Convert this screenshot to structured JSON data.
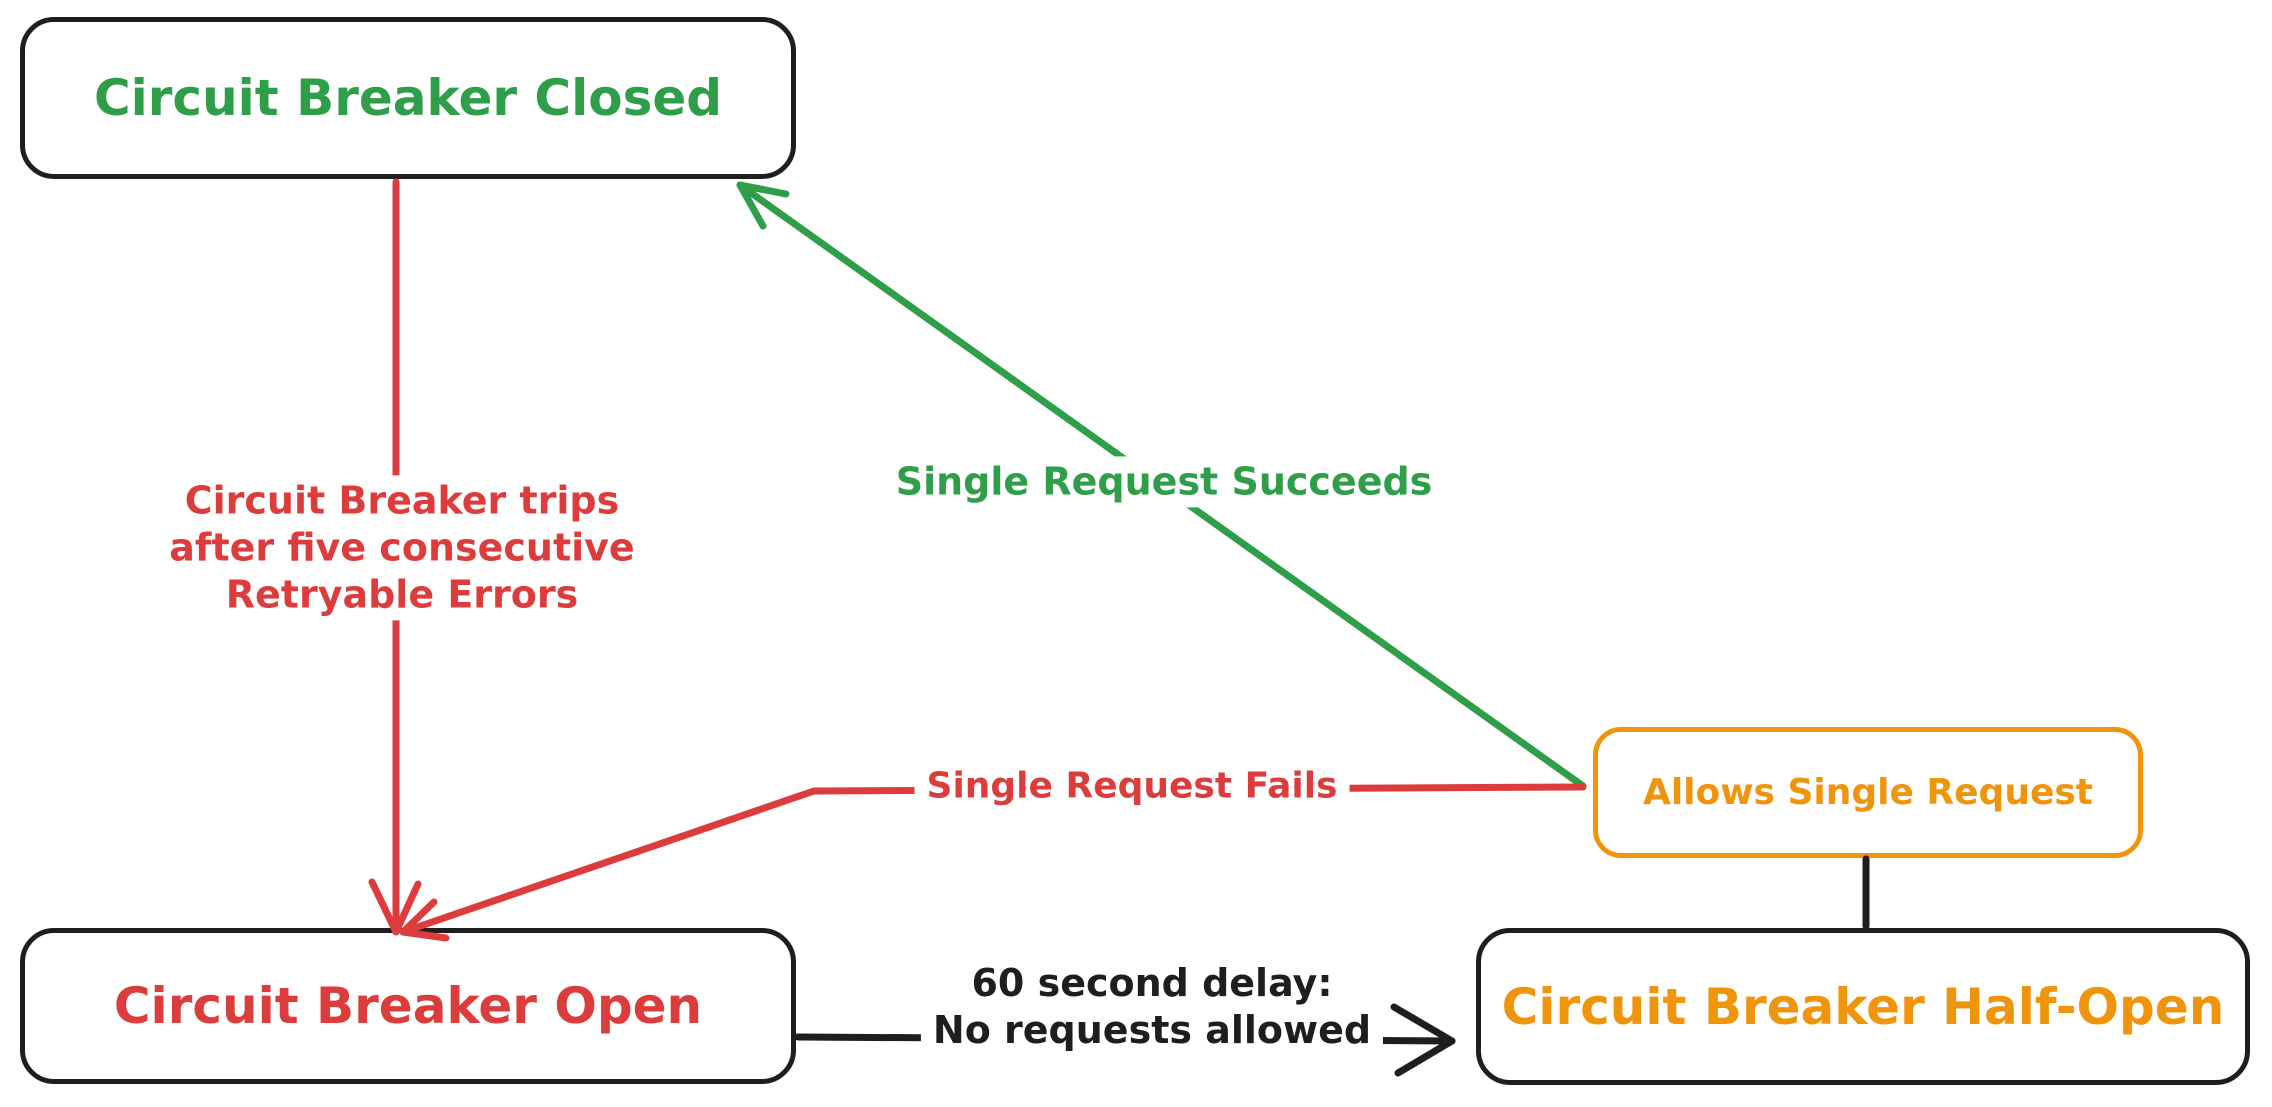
{
  "diagram": {
    "title_hint": "Circuit breaker state diagram",
    "colors": {
      "green": "#2e9e48",
      "red": "#dd3c3c",
      "orange": "#f0940c",
      "black": "#1e1e1e",
      "background": "#ffffff"
    },
    "nodes": {
      "closed": {
        "label": "Circuit Breaker Closed",
        "text_color": "#2e9e48",
        "border_color": "#1e1e1e"
      },
      "open": {
        "label": "Circuit Breaker Open",
        "text_color": "#dd3c3c",
        "border_color": "#1e1e1e"
      },
      "half_open": {
        "label": "Circuit Breaker Half-Open",
        "text_color": "#f0940c",
        "border_color": "#1e1e1e"
      },
      "allows": {
        "label": "Allows Single Request",
        "text_color": "#f0940c",
        "border_color": "#f0940c"
      }
    },
    "edges": {
      "trips": {
        "from": "closed",
        "to": "open",
        "color": "#dd3c3c",
        "label_lines": [
          "Circuit Breaker trips",
          "after five consecutive",
          "Retryable Errors"
        ]
      },
      "succeeds": {
        "from": "allows",
        "to": "closed",
        "color": "#2e9e48",
        "label": "Single Request Succeeds"
      },
      "fails": {
        "from": "allows",
        "to": "open",
        "color": "#dd3c3c",
        "label": "Single Request Fails"
      },
      "delay": {
        "from": "open",
        "to": "half_open",
        "color": "#1e1e1e",
        "label_lines": [
          "60 second delay:",
          "No requests allowed"
        ]
      },
      "connector": {
        "from": "half_open",
        "to": "allows",
        "color": "#1e1e1e"
      }
    }
  }
}
